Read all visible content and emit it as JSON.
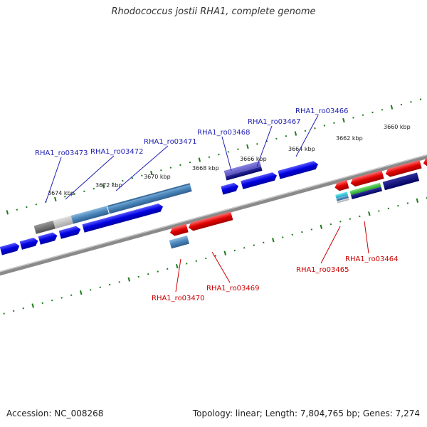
{
  "title": "Rhodococcus jostii RHA1, complete genome",
  "footer": {
    "accession": "Accession: NC_008268",
    "summary": "Topology: linear; Length: 7,804,765 bp; Genes: 7,274"
  },
  "colors": {
    "forward_label": "#1f1fb4",
    "reverse_label": "#cc0000",
    "tick": "#1e7a1e",
    "backbone": "#808080"
  },
  "ruler_labels": [
    "3674 kbp",
    "3672 kbp",
    "3670 kbp",
    "3668 kbp",
    "3666 kbp",
    "3664 kbp",
    "3662 kbp",
    "3660 kbp"
  ],
  "forward_gene_labels": [
    "RHA1_ro03473",
    "RHA1_ro03472",
    "RHA1_ro03471",
    "RHA1_ro03468",
    "RHA1_ro03467",
    "RHA1_ro03466"
  ],
  "reverse_gene_labels": [
    "RHA1_ro03470",
    "RHA1_ro03469",
    "RHA1_ro03465",
    "RHA1_ro03464"
  ]
}
